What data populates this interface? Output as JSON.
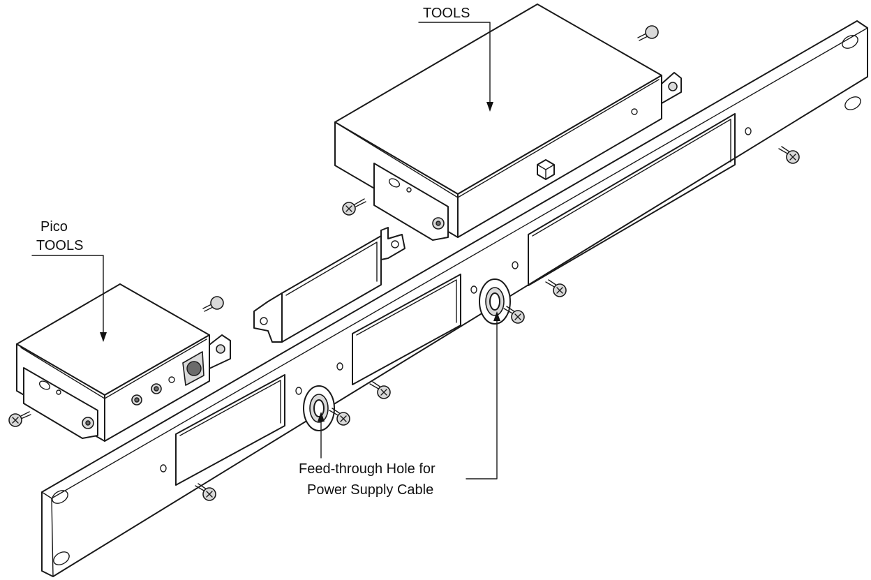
{
  "labels": {
    "large_unit": "TOOLS",
    "small_unit_line1": "Pico",
    "small_unit_line2": "TOOLS",
    "feedthrough_line1": "Feed-through Hole for",
    "feedthrough_line2": "Power Supply Cable"
  }
}
